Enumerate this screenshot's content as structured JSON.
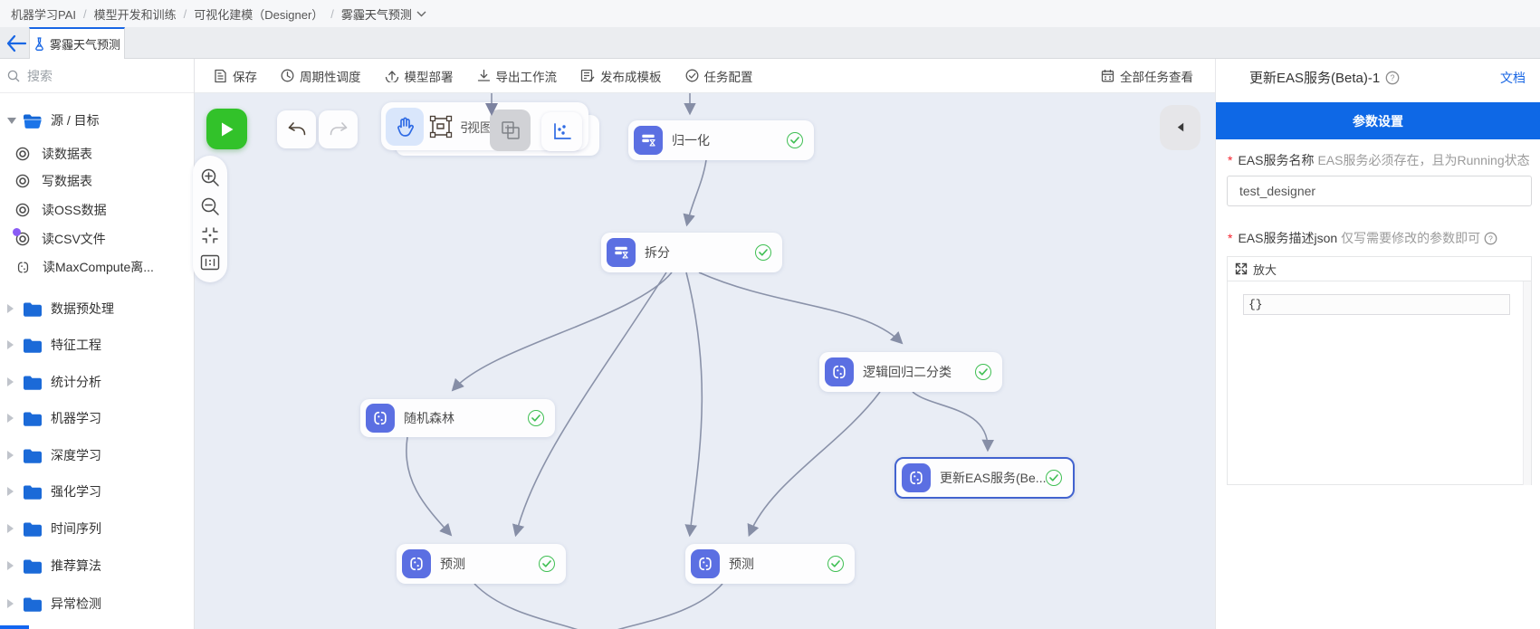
{
  "breadcrumb": {
    "items": [
      {
        "label": "机器学习PAI"
      },
      {
        "label": "模型开发和训练"
      },
      {
        "label": "可视化建模（Designer）"
      },
      {
        "label": "雾霾天气预测"
      }
    ]
  },
  "tab": {
    "label": "雾霾天气预测"
  },
  "sidebar": {
    "search_placeholder": "搜索",
    "root_folder": {
      "label": "源 / 目标"
    },
    "components": [
      {
        "label": "读数据表"
      },
      {
        "label": "写数据表"
      },
      {
        "label": "读OSS数据"
      },
      {
        "label": "读CSV文件"
      },
      {
        "label": "读MaxCompute离..."
      }
    ],
    "folders": [
      {
        "label": "数据预处理"
      },
      {
        "label": "特征工程"
      },
      {
        "label": "统计分析"
      },
      {
        "label": "机器学习"
      },
      {
        "label": "深度学习"
      },
      {
        "label": "强化学习"
      },
      {
        "label": "时间序列"
      },
      {
        "label": "推荐算法"
      },
      {
        "label": "异常检测"
      }
    ]
  },
  "toolbar": {
    "items": [
      {
        "label": "保存"
      },
      {
        "label": "周期性调度"
      },
      {
        "label": "模型部署"
      },
      {
        "label": "导出工作流"
      },
      {
        "label": "发布成模板"
      },
      {
        "label": "任务配置"
      }
    ],
    "view_all_tasks": "全部任务查看"
  },
  "canvas_toolbar": {
    "view_label": "视图"
  },
  "canvas": {
    "nodes": [
      {
        "label": "归一化",
        "status": "success"
      },
      {
        "label": "拆分",
        "status": "success"
      },
      {
        "label": "随机森林",
        "status": "success"
      },
      {
        "label": "逻辑回归二分类",
        "status": "success"
      },
      {
        "label": "更新EAS服务(Be...",
        "status": "success",
        "selected": true
      },
      {
        "label": "预测",
        "status": "success"
      },
      {
        "label": "预测",
        "status": "success"
      }
    ]
  },
  "panel": {
    "title": "更新EAS服务(Beta)-1",
    "doc_link": "文档",
    "section_title": "参数设置",
    "required_marker": "*",
    "service_name_label": "EAS服务名称",
    "service_name_hint": "EAS服务必须存在，且为Running状态",
    "service_name_value": "test_designer",
    "service_json_label": "EAS服务描述json",
    "service_json_hint": "仅写需要修改的参数即可",
    "editor_zoom_label": "放大",
    "editor_content": "{}"
  },
  "colors": {
    "accent_blue": "#1866e4",
    "panel_header_blue": "#0e68e6",
    "run_green": "#32c22a",
    "node_indigo": "#5b6fe2",
    "check_green": "#3fbf53",
    "edge_gray": "#8a92a9",
    "canvas_bg": "#e9edf5"
  }
}
